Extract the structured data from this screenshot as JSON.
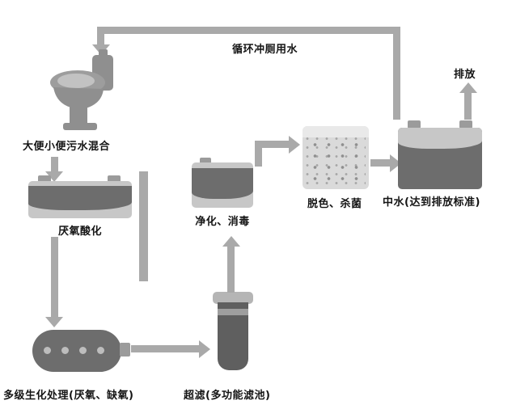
{
  "nodes": {
    "toilet": {
      "label": "大便小便污水混合"
    },
    "anaerobic": {
      "label": "厌氧酸化"
    },
    "biochemical": {
      "label": "多级生化处理(厌氧、缺氧)"
    },
    "ultrafiltration": {
      "label": "超滤(多功能滤池)"
    },
    "purification": {
      "label": "净化、消毒"
    },
    "decolorization": {
      "label": "脱色、杀菌"
    },
    "reclaimed": {
      "label": "中水(达到排放标准)"
    }
  },
  "flows": {
    "recycle_loop": {
      "label": "循环冲厕用水"
    },
    "discharge": {
      "label": "排放"
    }
  },
  "colors": {
    "arrow": "#a9a9a9",
    "tank_dark": "#6d6d6d",
    "tank_mid": "#9b9b9b",
    "tank_light": "#c7c7c7",
    "box_light": "#dadada",
    "text": "#141414",
    "bg": "#ffffff"
  }
}
